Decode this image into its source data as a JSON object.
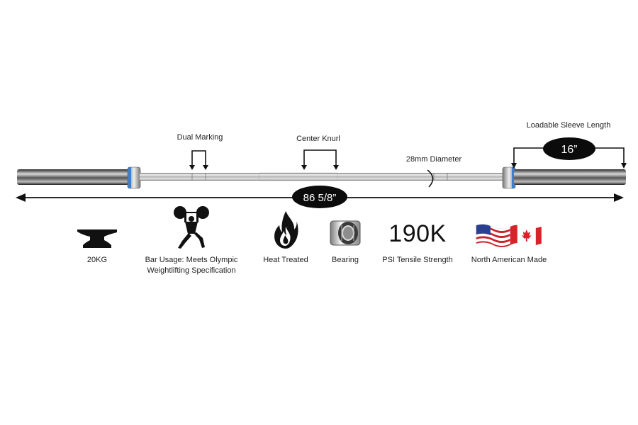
{
  "callouts": {
    "dual_marking": "Dual Marking",
    "center_knurl": "Center Knurl",
    "diameter": "28mm Diameter",
    "sleeve_length_label": "Loadable Sleeve Length",
    "sleeve_length_value": "16”",
    "overall_length": "86 5/8”"
  },
  "features": [
    {
      "icon": "anvil-icon",
      "caption": "20KG"
    },
    {
      "icon": "weightlifter-icon",
      "caption": "Bar Usage: Meets Olympic Weightlifting Specification"
    },
    {
      "icon": "flame-icon",
      "caption": "Heat Treated"
    },
    {
      "icon": "bearing-icon",
      "caption": "Bearing"
    },
    {
      "text": "190K",
      "caption": "PSI Tensile Strength"
    },
    {
      "icon": "us-canada-flag-icon",
      "caption": "North American Made"
    }
  ],
  "colors": {
    "accent_blue": "#3b7fd0",
    "ink": "#111111"
  }
}
